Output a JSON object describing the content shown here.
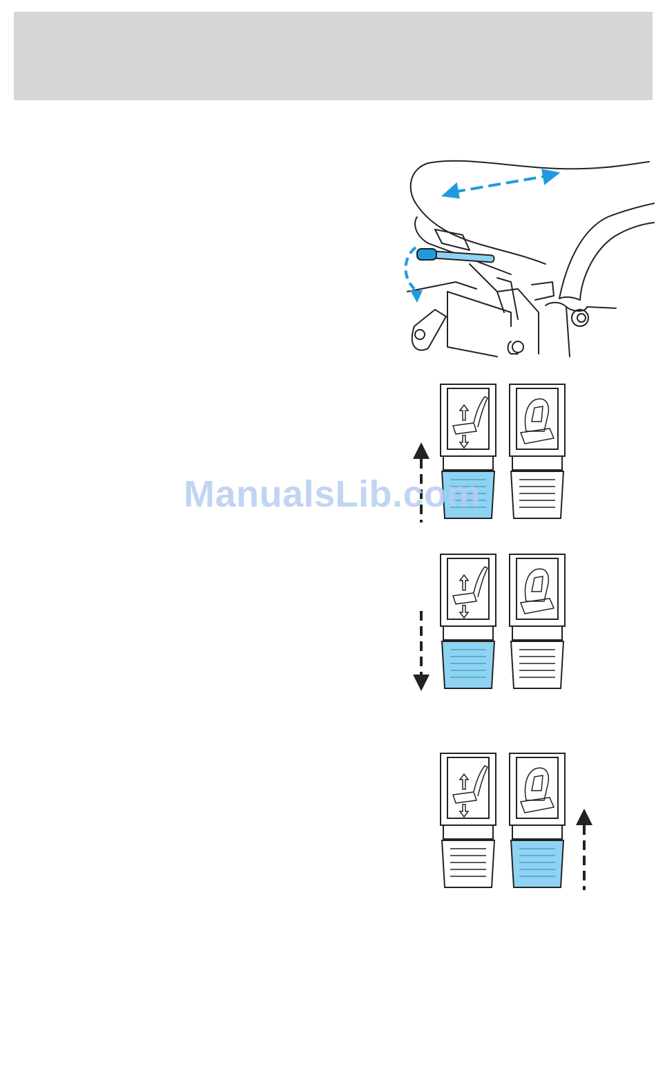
{
  "watermark": {
    "text": "ManualsLib.com"
  },
  "colors": {
    "header_band": "#d6d6d6",
    "accent_blue": "#1e9be0",
    "switch_blue": "#8fd3f2",
    "arrow_black": "#222222"
  },
  "illustrations": [
    {
      "id": "seat-track-lever",
      "icon": "manual-seat-lever-icon"
    },
    {
      "id": "power-seat-front-up",
      "icon": "seat-tilt-switch-icon"
    },
    {
      "id": "power-seat-front-down",
      "icon": "seat-tilt-switch-icon"
    },
    {
      "id": "power-seat-rear-up",
      "icon": "seat-height-switch-icon"
    }
  ]
}
